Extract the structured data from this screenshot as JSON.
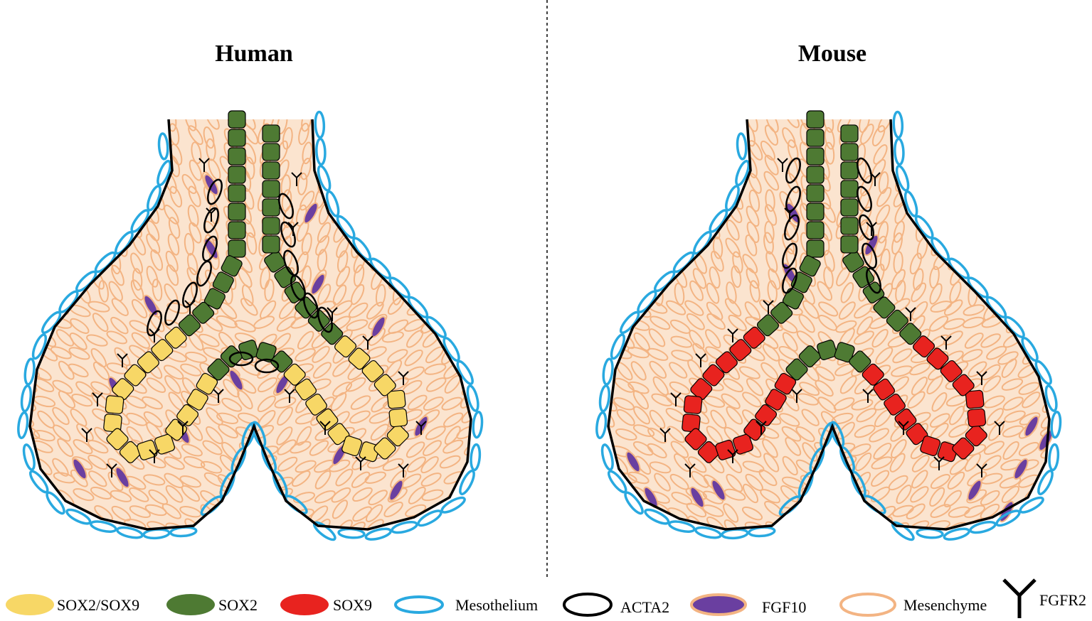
{
  "panels": [
    {
      "title": "Human",
      "distal_marker": "SOX2/SOX9"
    },
    {
      "title": "Mouse",
      "distal_marker": "SOX9"
    }
  ],
  "legend": [
    {
      "label": "SOX2/SOX9",
      "icon": "yellow-filled-ellipse-icon"
    },
    {
      "label": "SOX2",
      "icon": "green-filled-ellipse-icon"
    },
    {
      "label": "SOX9",
      "icon": "red-filled-ellipse-icon"
    },
    {
      "label": "Mesothelium",
      "icon": "blue-outline-ellipse-icon"
    },
    {
      "label": "ACTA2",
      "icon": "black-outline-ellipse-icon"
    },
    {
      "label": "FGF10",
      "icon": "purple-filled-ellipse-icon"
    },
    {
      "label": "Mesenchyme",
      "icon": "peach-outline-ellipse-icon"
    },
    {
      "label": "FGFR2",
      "icon": "y-receptor-icon"
    }
  ],
  "colors": {
    "sox2_sox9": "#f7d766",
    "sox2": "#4e7a33",
    "sox9": "#e8231f",
    "mesothelium": "#29a9e0",
    "acta2": "#000000",
    "fgf10": "#6a3fa0",
    "mesenchyme_outline": "#f3b483",
    "mesenchyme_fill": "#fbe4cf",
    "outline": "#000000"
  }
}
